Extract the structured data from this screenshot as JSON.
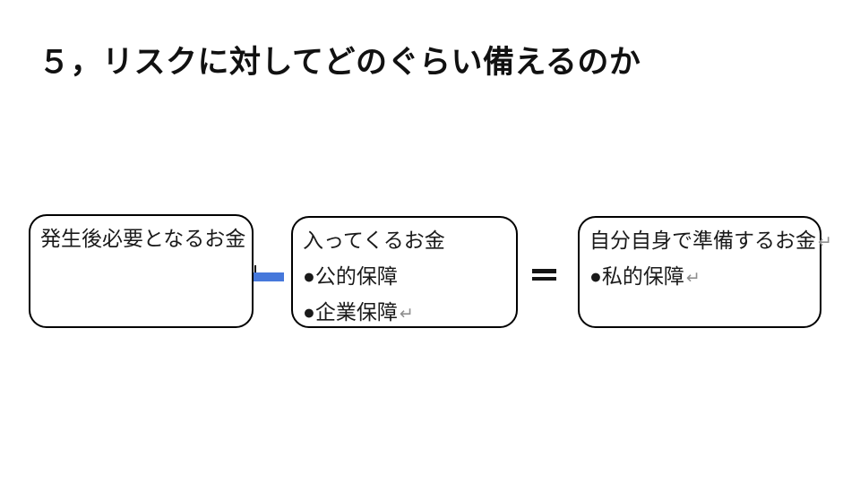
{
  "slide": {
    "title": "５，リスクに対してどのぐらい備えるのか",
    "background_color": "#ffffff"
  },
  "diagram": {
    "box1": {
      "line1": "発生後必要となるお金"
    },
    "box2": {
      "line1": "入ってくるお金",
      "line2": "●公的保障",
      "line3": "●企業保障",
      "line3_return": "↵"
    },
    "box3": {
      "line1": "自分自身で準備するお金",
      "line1_return": "↵",
      "line2": "●私的保障",
      "line2_return": "↵"
    },
    "operators": {
      "minus_label": "minus sign",
      "equals_label": "equals sign"
    },
    "colors": {
      "minus_blue": "#4678DB",
      "box_border": "#000000",
      "text": "#1a1a1a",
      "return_mark_gray": "#8f8f8f"
    }
  }
}
